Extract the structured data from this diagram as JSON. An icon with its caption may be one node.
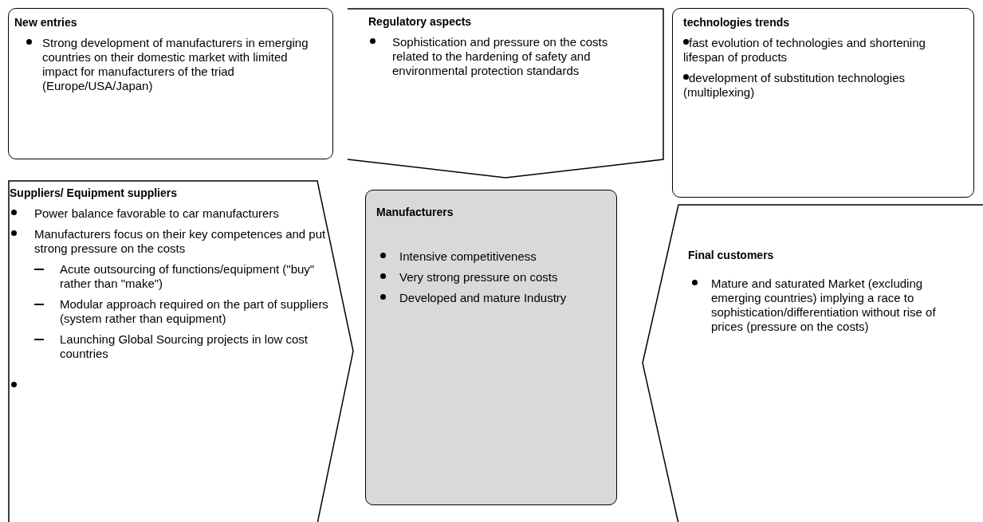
{
  "diagram": {
    "nodes": [
      {
        "text": [
          "New entries",
          "Strong development of manufacturers in emerging countries on their domestic market with limited impact for manufacturers of the triad (Europe/USA/Japan)"
        ]
      },
      {
        "text": [
          "Regulatory aspects",
          "Sophistication and pressure on the costs related to the hardening of safety and environmental protection standards"
        ]
      },
      {
        "text": [
          "technologies trends",
          "fast evolution of technologies and shortening lifespan of products",
          "development of substitution technologies (multiplexing)"
        ]
      },
      {
        "text": [
          "Suppliers/ Equipment suppliers",
          "Power balance favorable to car manufacturers",
          "Manufacturers focus on their key competences and put strong pressure on the costs",
          "Acute outsourcing of functions/equipment (\"buy\" rather than \"make\")",
          "Modular approach required on the part of suppliers (system rather than equipment)",
          "Launching Global Sourcing projects in low cost countries"
        ]
      },
      {
        "text": [
          "Manufacturers",
          "Intensive competitiveness",
          "Very strong pressure on costs",
          "Developed and mature Industry"
        ]
      },
      {
        "text": [
          "Final customers",
          "Mature and saturated Market (excluding emerging countries) implying a race to sophistication/differentiation without rise of prices (pressure on the costs)"
        ]
      }
    ]
  }
}
